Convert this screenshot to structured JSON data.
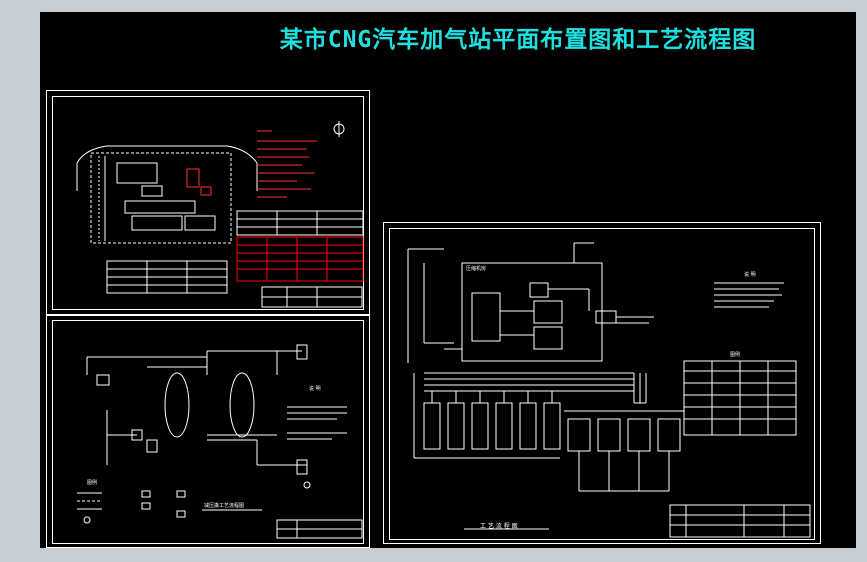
{
  "title": "某市CNG汽车加气站平面布置图和工艺流程图",
  "sheets": {
    "site_plan": {
      "name": "site-plan-sheet"
    },
    "pressure_flow": {
      "notes_heading": "说 明",
      "legend_heading": "图例",
      "caption": "减压撬工艺流程图"
    },
    "process_flow": {
      "notes_heading": "说 明",
      "legend_heading": "图例",
      "caption": "工 艺 流 程 图",
      "area_label": "压缩机房"
    }
  },
  "colors": {
    "background": "#000000",
    "line": "#ffffff",
    "title": "#1fe0e0",
    "red_table": "#ff0000",
    "window": "#c8cdd2"
  }
}
